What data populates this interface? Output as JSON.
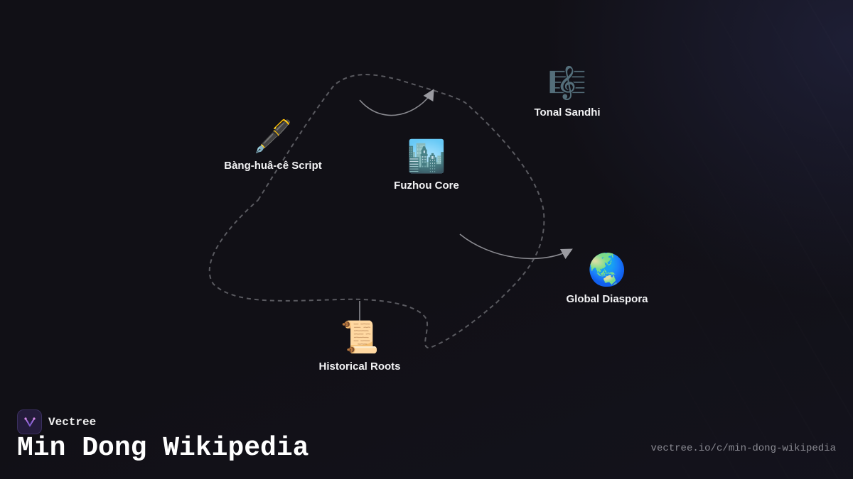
{
  "diagram": {
    "nodes": [
      {
        "id": "tonal",
        "label": "Tonal Sandhi",
        "icon": "musical-score-icon",
        "glyph": "🎼"
      },
      {
        "id": "script",
        "label": "Bàng-huâ-cê Script",
        "icon": "fountain-pen-icon",
        "glyph": "🖋️"
      },
      {
        "id": "core",
        "label": "Fuzhou Core",
        "icon": "cityscape-icon",
        "glyph": "🏙️"
      },
      {
        "id": "diaspora",
        "label": "Global Diaspora",
        "icon": "globe-icon",
        "glyph": "🌏"
      },
      {
        "id": "roots",
        "label": "Historical Roots",
        "icon": "scroll-icon",
        "glyph": "📜"
      }
    ],
    "colors": {
      "edge": "#5a5a60",
      "arrow": "#9a9aa0",
      "text": "#f2f2f4"
    }
  },
  "brand": {
    "name": "Vectree",
    "logo_icon": "vectree-logo-icon"
  },
  "title": "Min Dong Wikipedia",
  "url": "vectree.io/c/min-dong-wikipedia"
}
